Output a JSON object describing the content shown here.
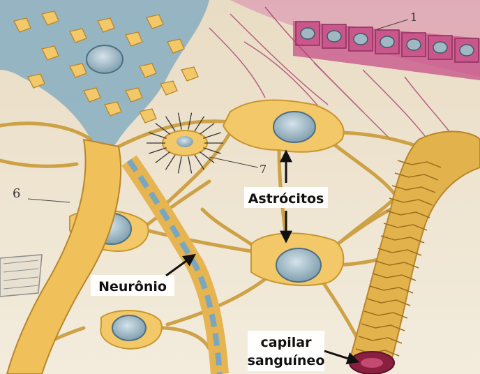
{
  "labels": {
    "astrocitos": "Astrócitos",
    "neuronio": "Neurônio",
    "capilar_line1": "capilar",
    "capilar_line2": "sanguíneo"
  },
  "markers": {
    "one": "1",
    "six": "6",
    "seven": "7"
  },
  "colors": {
    "background_top": "#e9dcc4",
    "background_bottom": "#f3ecdd",
    "astrocyte_fill": "#f2c869",
    "astrocyte_stroke": "#c8962e",
    "nucleus": "#9fb8c4",
    "axon_blue": "#7aa7c0",
    "epithelium": "#c9578c",
    "capillary": "#e2b24d",
    "capillary_end": "#8a2040",
    "label_text": "#111111"
  }
}
